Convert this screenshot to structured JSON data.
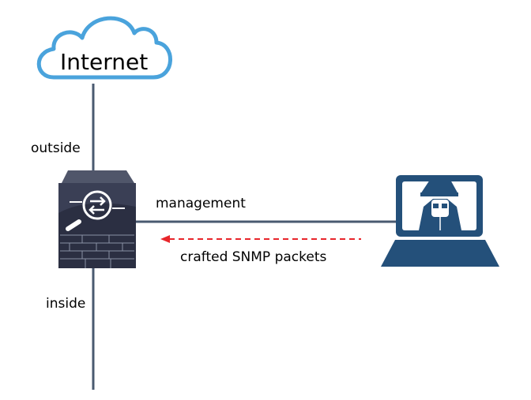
{
  "diagram": {
    "cloud": {
      "label": "Internet",
      "color": "#4aa3dc"
    },
    "links": {
      "outside": "outside",
      "inside": "inside",
      "management": "management"
    },
    "attack": {
      "label": "crafted SNMP packets",
      "color": "#e8262b"
    },
    "colors": {
      "line": "#4a5a70",
      "firewall": "#2b2f42",
      "attacker": "#24507a"
    }
  }
}
